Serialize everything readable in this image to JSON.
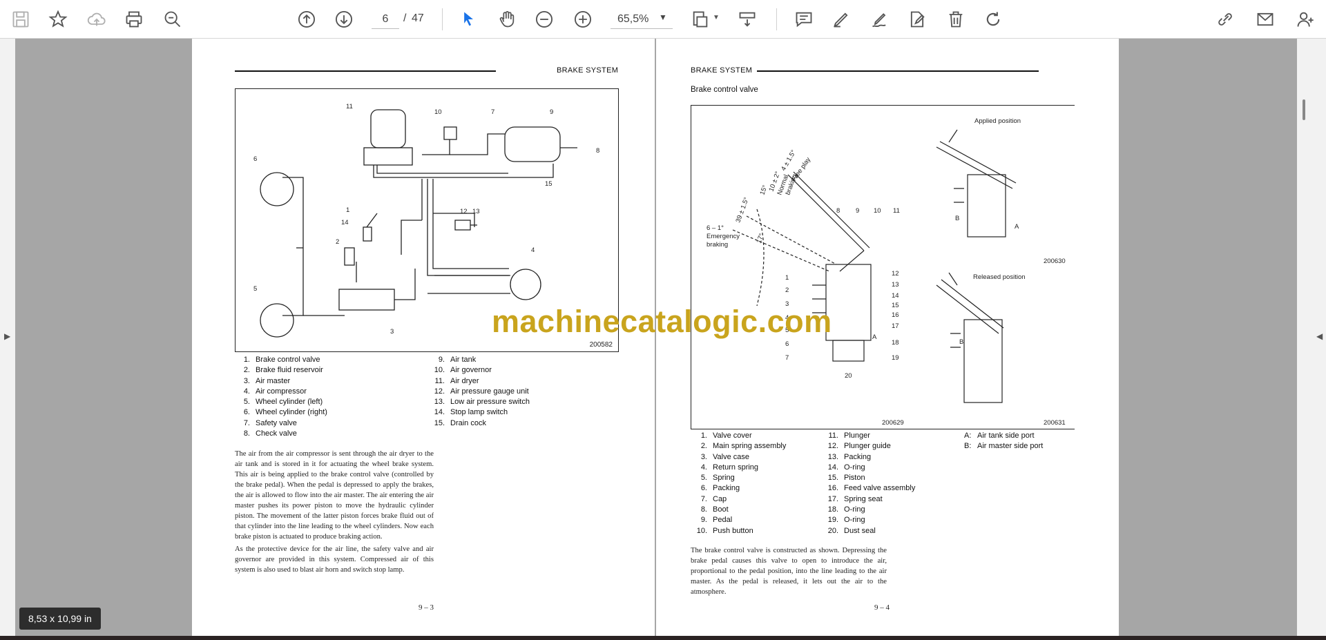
{
  "toolbar": {
    "page_current": "6",
    "page_separator": "/",
    "page_total": "47",
    "zoom": "65,5%",
    "icons": [
      "save-icon",
      "bookmark-star-icon",
      "upload-cloud-icon",
      "print-icon",
      "zoom-search-icon",
      "previous-page-icon",
      "next-page-icon",
      "select-cursor-icon",
      "hand-pan-icon",
      "zoom-out-icon",
      "zoom-in-icon",
      "page-fit-icon",
      "scroll-mode-icon",
      "comment-icon",
      "highlight-pen-icon",
      "draw-icon",
      "edit-fill-sign-icon",
      "delete-trash-icon",
      "rotate-icon",
      "share-link-icon",
      "email-icon",
      "account-add-icon"
    ],
    "accent_color": "#1a73e8"
  },
  "left_page": {
    "header": "BRAKE SYSTEM",
    "figure_number": "200582",
    "diagram_labels": [
      "1",
      "2",
      "3",
      "4",
      "5",
      "6",
      "7",
      "8",
      "9",
      "10",
      "11",
      "12",
      "13",
      "14",
      "15"
    ],
    "legend_col1": [
      {
        "n": "1.",
        "t": "Brake control valve"
      },
      {
        "n": "2.",
        "t": "Brake fluid reservoir"
      },
      {
        "n": "3.",
        "t": "Air master"
      },
      {
        "n": "4.",
        "t": "Air compressor"
      },
      {
        "n": "5.",
        "t": "Wheel cylinder (left)"
      },
      {
        "n": "6.",
        "t": "Wheel cylinder (right)"
      },
      {
        "n": "7.",
        "t": "Safety valve"
      },
      {
        "n": "8.",
        "t": "Check valve"
      }
    ],
    "legend_col2": [
      {
        "n": "9.",
        "t": "Air tank"
      },
      {
        "n": "10.",
        "t": "Air governor"
      },
      {
        "n": "11.",
        "t": "Air dryer"
      },
      {
        "n": "12.",
        "t": "Air pressure gauge unit"
      },
      {
        "n": "13.",
        "t": "Low air pressure switch"
      },
      {
        "n": "14.",
        "t": "Stop lamp switch"
      },
      {
        "n": "15.",
        "t": "Drain cock"
      }
    ],
    "paragraph1": "The air from the air compressor is sent through the air dryer to the air tank and is stored in it for actuating the wheel brake system. This air is being applied to the brake control valve (controlled by the brake pedal). When the pedal is depressed to apply the brakes, the air is allowed to flow into the air master. The air entering the air master pushes its power piston to move the hydraulic cylinder piston. The movement of the latter piston forces brake fluid out of that cylinder into the line leading to the wheel cylinders. Now each brake piston is actuated to produce braking action.",
    "paragraph2": "As the protective device for the air line, the safety valve and air governor are provided in this system. Compressed air of this system is also used to blast air horn and switch stop lamp.",
    "page_number": "9 – 3"
  },
  "right_page": {
    "header": "BRAKE SYSTEM",
    "subheading": "Brake control valve",
    "label_applied": "Applied position",
    "label_released": "Released position",
    "label_emergency_line1": "Emergency",
    "label_emergency_line2": "braking",
    "label_emergency_angle": "6 – 1°",
    "pedal_angles": [
      "39 ± 1.5°",
      "15°",
      "10 ± 2°",
      "4 ± 1.5°",
      "Normal",
      "braking",
      "Free play",
      "17°"
    ],
    "port_a": "A",
    "port_b": "B",
    "center_labels": [
      "1",
      "2",
      "3",
      "4",
      "5",
      "6",
      "7",
      "8",
      "9",
      "10",
      "11",
      "12",
      "13",
      "14",
      "15",
      "16",
      "17",
      "18",
      "19",
      "20"
    ],
    "figure_numbers": [
      "200629",
      "200630",
      "200631"
    ],
    "legend_col1": [
      {
        "n": "1.",
        "t": "Valve cover"
      },
      {
        "n": "2.",
        "t": "Main spring assembly"
      },
      {
        "n": "3.",
        "t": "Valve case"
      },
      {
        "n": "4.",
        "t": "Return spring"
      },
      {
        "n": "5.",
        "t": "Spring"
      },
      {
        "n": "6.",
        "t": "Packing"
      },
      {
        "n": "7.",
        "t": "Cap"
      },
      {
        "n": "8.",
        "t": "Boot"
      },
      {
        "n": "9.",
        "t": "Pedal"
      },
      {
        "n": "10.",
        "t": "Push button"
      }
    ],
    "legend_col2": [
      {
        "n": "11.",
        "t": "Plunger"
      },
      {
        "n": "12.",
        "t": "Plunger guide"
      },
      {
        "n": "13.",
        "t": "Packing"
      },
      {
        "n": "14.",
        "t": "O-ring"
      },
      {
        "n": "15.",
        "t": "Piston"
      },
      {
        "n": "16.",
        "t": "Feed valve assembly"
      },
      {
        "n": "17.",
        "t": "Spring seat"
      },
      {
        "n": "18.",
        "t": "O-ring"
      },
      {
        "n": "19.",
        "t": "O-ring"
      },
      {
        "n": "20.",
        "t": "Dust seal"
      }
    ],
    "legend_col3": [
      {
        "n": "A:",
        "t": "Air tank side port"
      },
      {
        "n": "B:",
        "t": "Air master side port"
      }
    ],
    "paragraph": "The brake control valve is constructed as shown. Depressing the brake pedal causes this valve to open to introduce the air, proportional to the pedal position, into the line leading to the air master. As the pedal is released, it lets out the air to the atmosphere.",
    "page_number": "9 – 4"
  },
  "watermark": "machinecatalogic.com",
  "page_size_tooltip": "8,53 x 10,99 in"
}
